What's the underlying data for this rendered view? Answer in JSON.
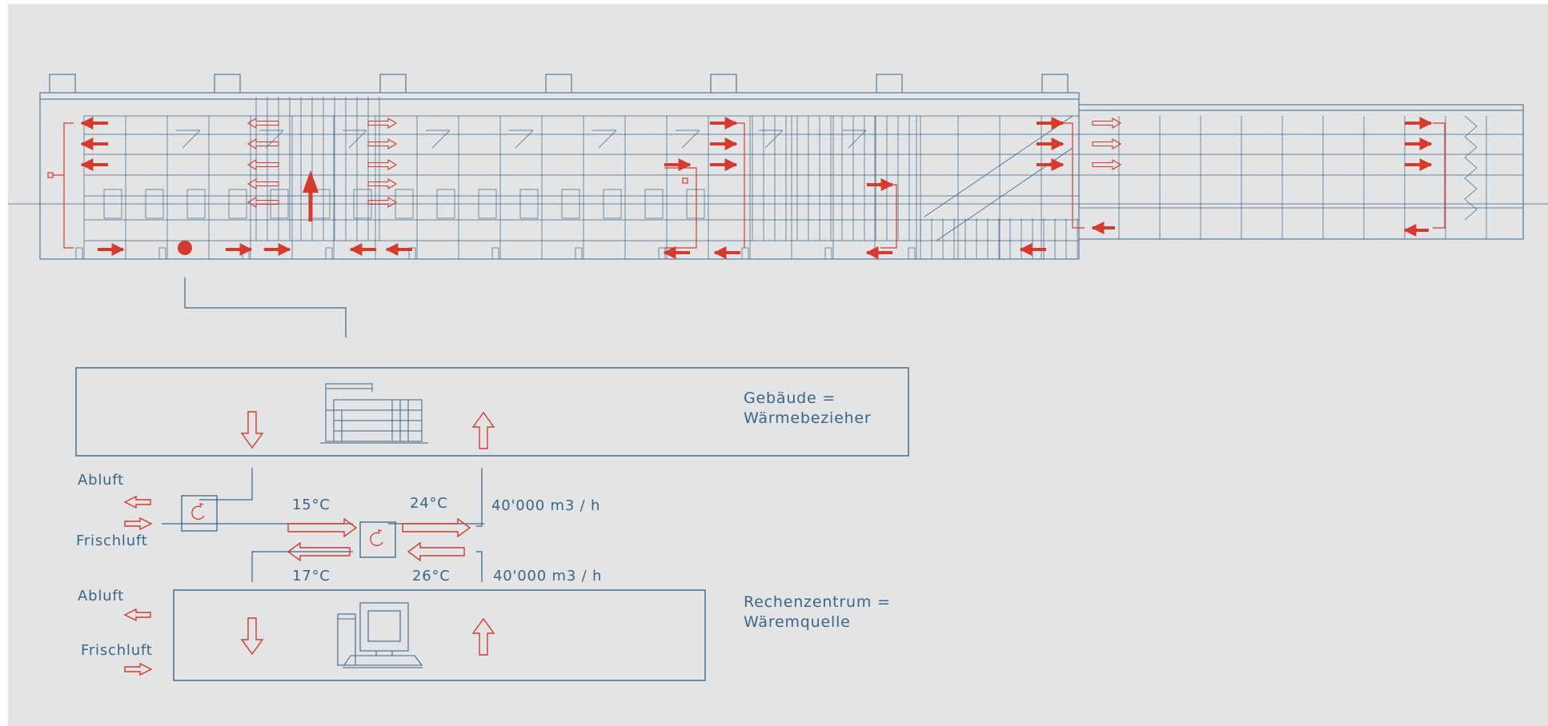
{
  "colors": {
    "background": "#e3e4e6",
    "line": "#3d6585",
    "accent": "#d63a2c"
  },
  "labels": {
    "building_title_line1": "Gebäude =",
    "building_title_line2": "Wärmebezieher",
    "datacenter_title_line1": "Rechenzentrum =",
    "datacenter_title_line2": "Wäremquelle",
    "exhaust_top": "Abluft",
    "fresh_top": "Frischluft",
    "exhaust_bottom": "Abluft",
    "fresh_bottom": "Frischluft",
    "temp_supply_in": "15°C",
    "temp_supply_out": "24°C",
    "temp_return_out": "17°C",
    "temp_return_in": "26°C",
    "flow_top": "40'000 m3 / h",
    "flow_bottom": "40'000 m3 / h"
  },
  "icons": {
    "building": "building-section-icon",
    "computer": "computer-icon",
    "heat_exchanger": "rotary-heat-exchanger-icon"
  }
}
